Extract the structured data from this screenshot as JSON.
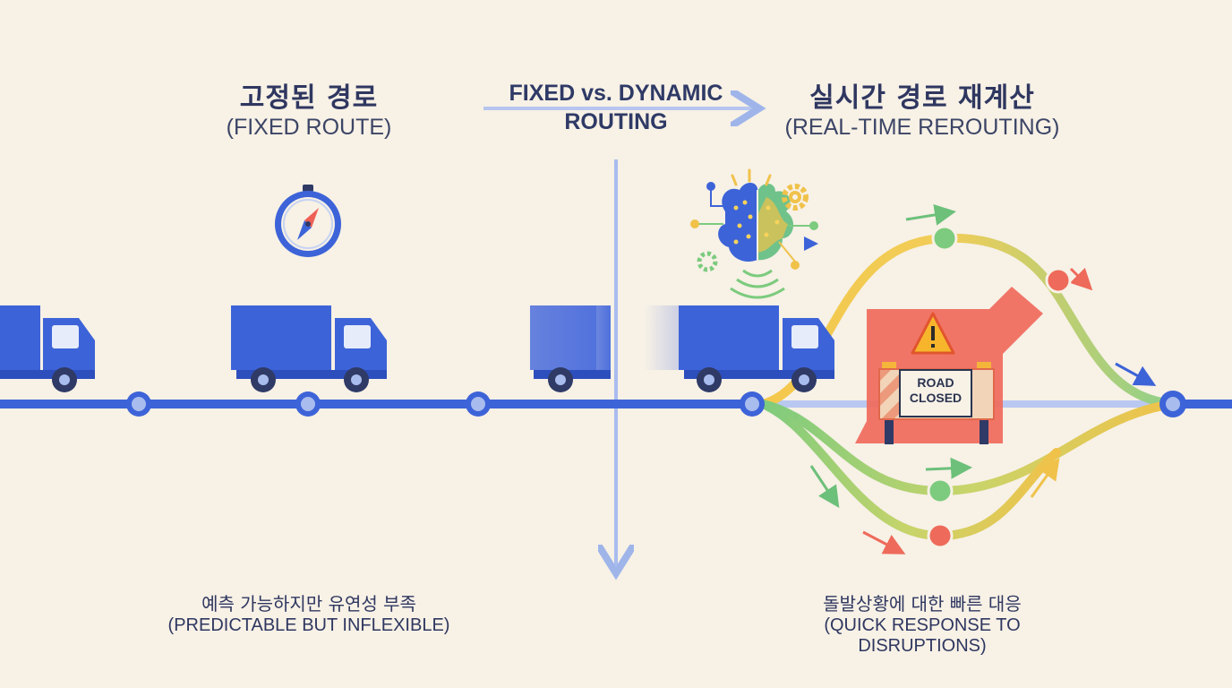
{
  "left": {
    "title_ko": "고정된 경로",
    "title_en": "(FIXED ROUTE)",
    "caption_ko": "예측 가능하지만 유연성 부족",
    "caption_en": "(PREDICTABLE BUT INFLEXIBLE)"
  },
  "center": {
    "line1": "FIXED vs. DYNAMIC",
    "line2": "ROUTING"
  },
  "right": {
    "title_ko": "실시간 경로 재계산",
    "title_en": "(REAL-TIME REROUTING)",
    "caption_ko": "돌발상황에 대한 빠른 대응",
    "caption_en": "(QUICK RESPONSE TO DISRUPTIONS)",
    "sign_line1": "ROAD",
    "sign_line2": "CLOSED"
  },
  "icons": [
    "compass-icon",
    "ai-brain-icon",
    "gear-icon",
    "warning-icon",
    "truck-icon"
  ],
  "colors": {
    "background": "#f7f1e6",
    "route_blue": "#3d63d8",
    "route_green": "#7ccb7e",
    "route_yellow": "#f0c24a",
    "alert_red": "#ee5f55",
    "text_dark": "#2f3760"
  }
}
